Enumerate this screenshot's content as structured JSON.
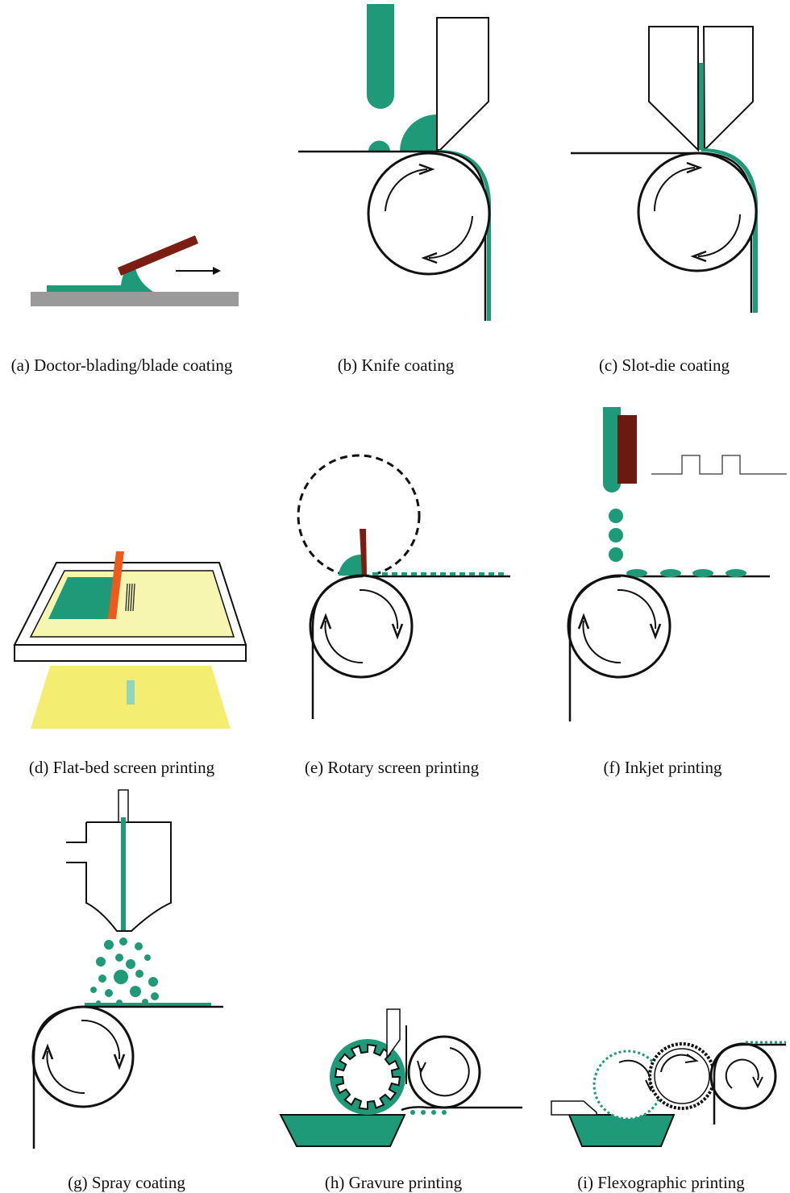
{
  "captions": {
    "a": "(a) Doctor-blading/blade coating",
    "b": "(b) Knife coating",
    "c": "(c) Slot-die coating",
    "d": "(d) Flat-bed screen printing",
    "e": "(e) Rotary screen printing",
    "f": "(f) Inkjet printing",
    "g": "(g) Spray coating",
    "h": "(h) Gravure printing",
    "i": "(i) Flexographic printing"
  },
  "colors": {
    "ink": "#1f9a78",
    "blade": "#7a1e14",
    "squeegee": "#ee5a1e",
    "substrate": "#9a9a9a",
    "screen_fill": "#f6f6b0",
    "print_area": "#f3ee72",
    "line": "#111111"
  }
}
